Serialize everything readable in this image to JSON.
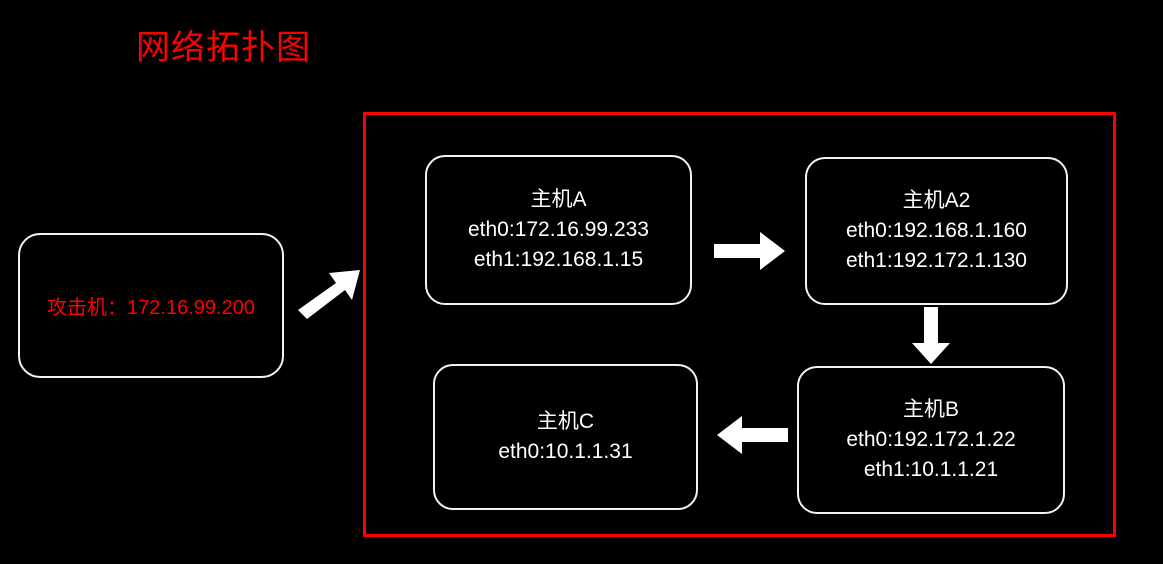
{
  "diagram": {
    "title": "网络拓扑图",
    "title_color": "#ff0000",
    "background_color": "#000000",
    "node_border_color": "#f2f2f2",
    "node_text_color": "#ffffff",
    "zone_border_color": "#ff0000",
    "arrow_color": "#ffffff"
  },
  "attacker": {
    "label": "攻击机：172.16.99.200"
  },
  "nodes": {
    "host_a": {
      "title": "主机A",
      "iface0": "eth0:172.16.99.233",
      "iface1": "eth1:192.168.1.15"
    },
    "host_a2": {
      "title": "主机A2",
      "iface0": "eth0:192.168.1.160",
      "iface1": "eth1:192.172.1.130"
    },
    "host_b": {
      "title": "主机B",
      "iface0": "eth0:192.172.1.22",
      "iface1": "eth1:10.1.1.21"
    },
    "host_c": {
      "title": "主机C",
      "iface0": "eth0:10.1.1.31"
    }
  },
  "arrows": [
    {
      "name": "attacker-to-zone",
      "direction": "up-right"
    },
    {
      "name": "host-a-to-host-a2",
      "direction": "right"
    },
    {
      "name": "host-a2-to-host-b",
      "direction": "down"
    },
    {
      "name": "host-b-to-host-c",
      "direction": "left"
    }
  ]
}
